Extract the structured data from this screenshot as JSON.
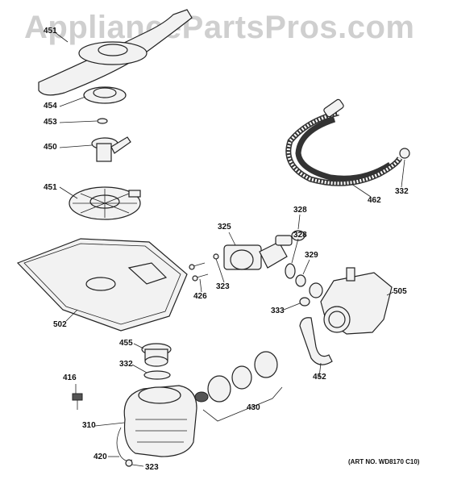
{
  "watermark": "AppliancePartsPros.com",
  "art_number": "(ART NO. WD8170 C10)",
  "callouts": {
    "p451_top": "451",
    "p454": "454",
    "p453": "453",
    "p450": "450",
    "p451": "451",
    "p502": "502",
    "p455": "455",
    "p332_pump": "332",
    "p416": "416",
    "p310": "310",
    "p420": "420",
    "p323_bottom": "323",
    "p430": "430",
    "p452": "452",
    "p333": "333",
    "p505": "505",
    "p325": "325",
    "p328_top": "328",
    "p328_mid": "328",
    "p329": "329",
    "p426": "426",
    "p323_valve": "323",
    "p462": "462",
    "p332_hose": "332"
  }
}
